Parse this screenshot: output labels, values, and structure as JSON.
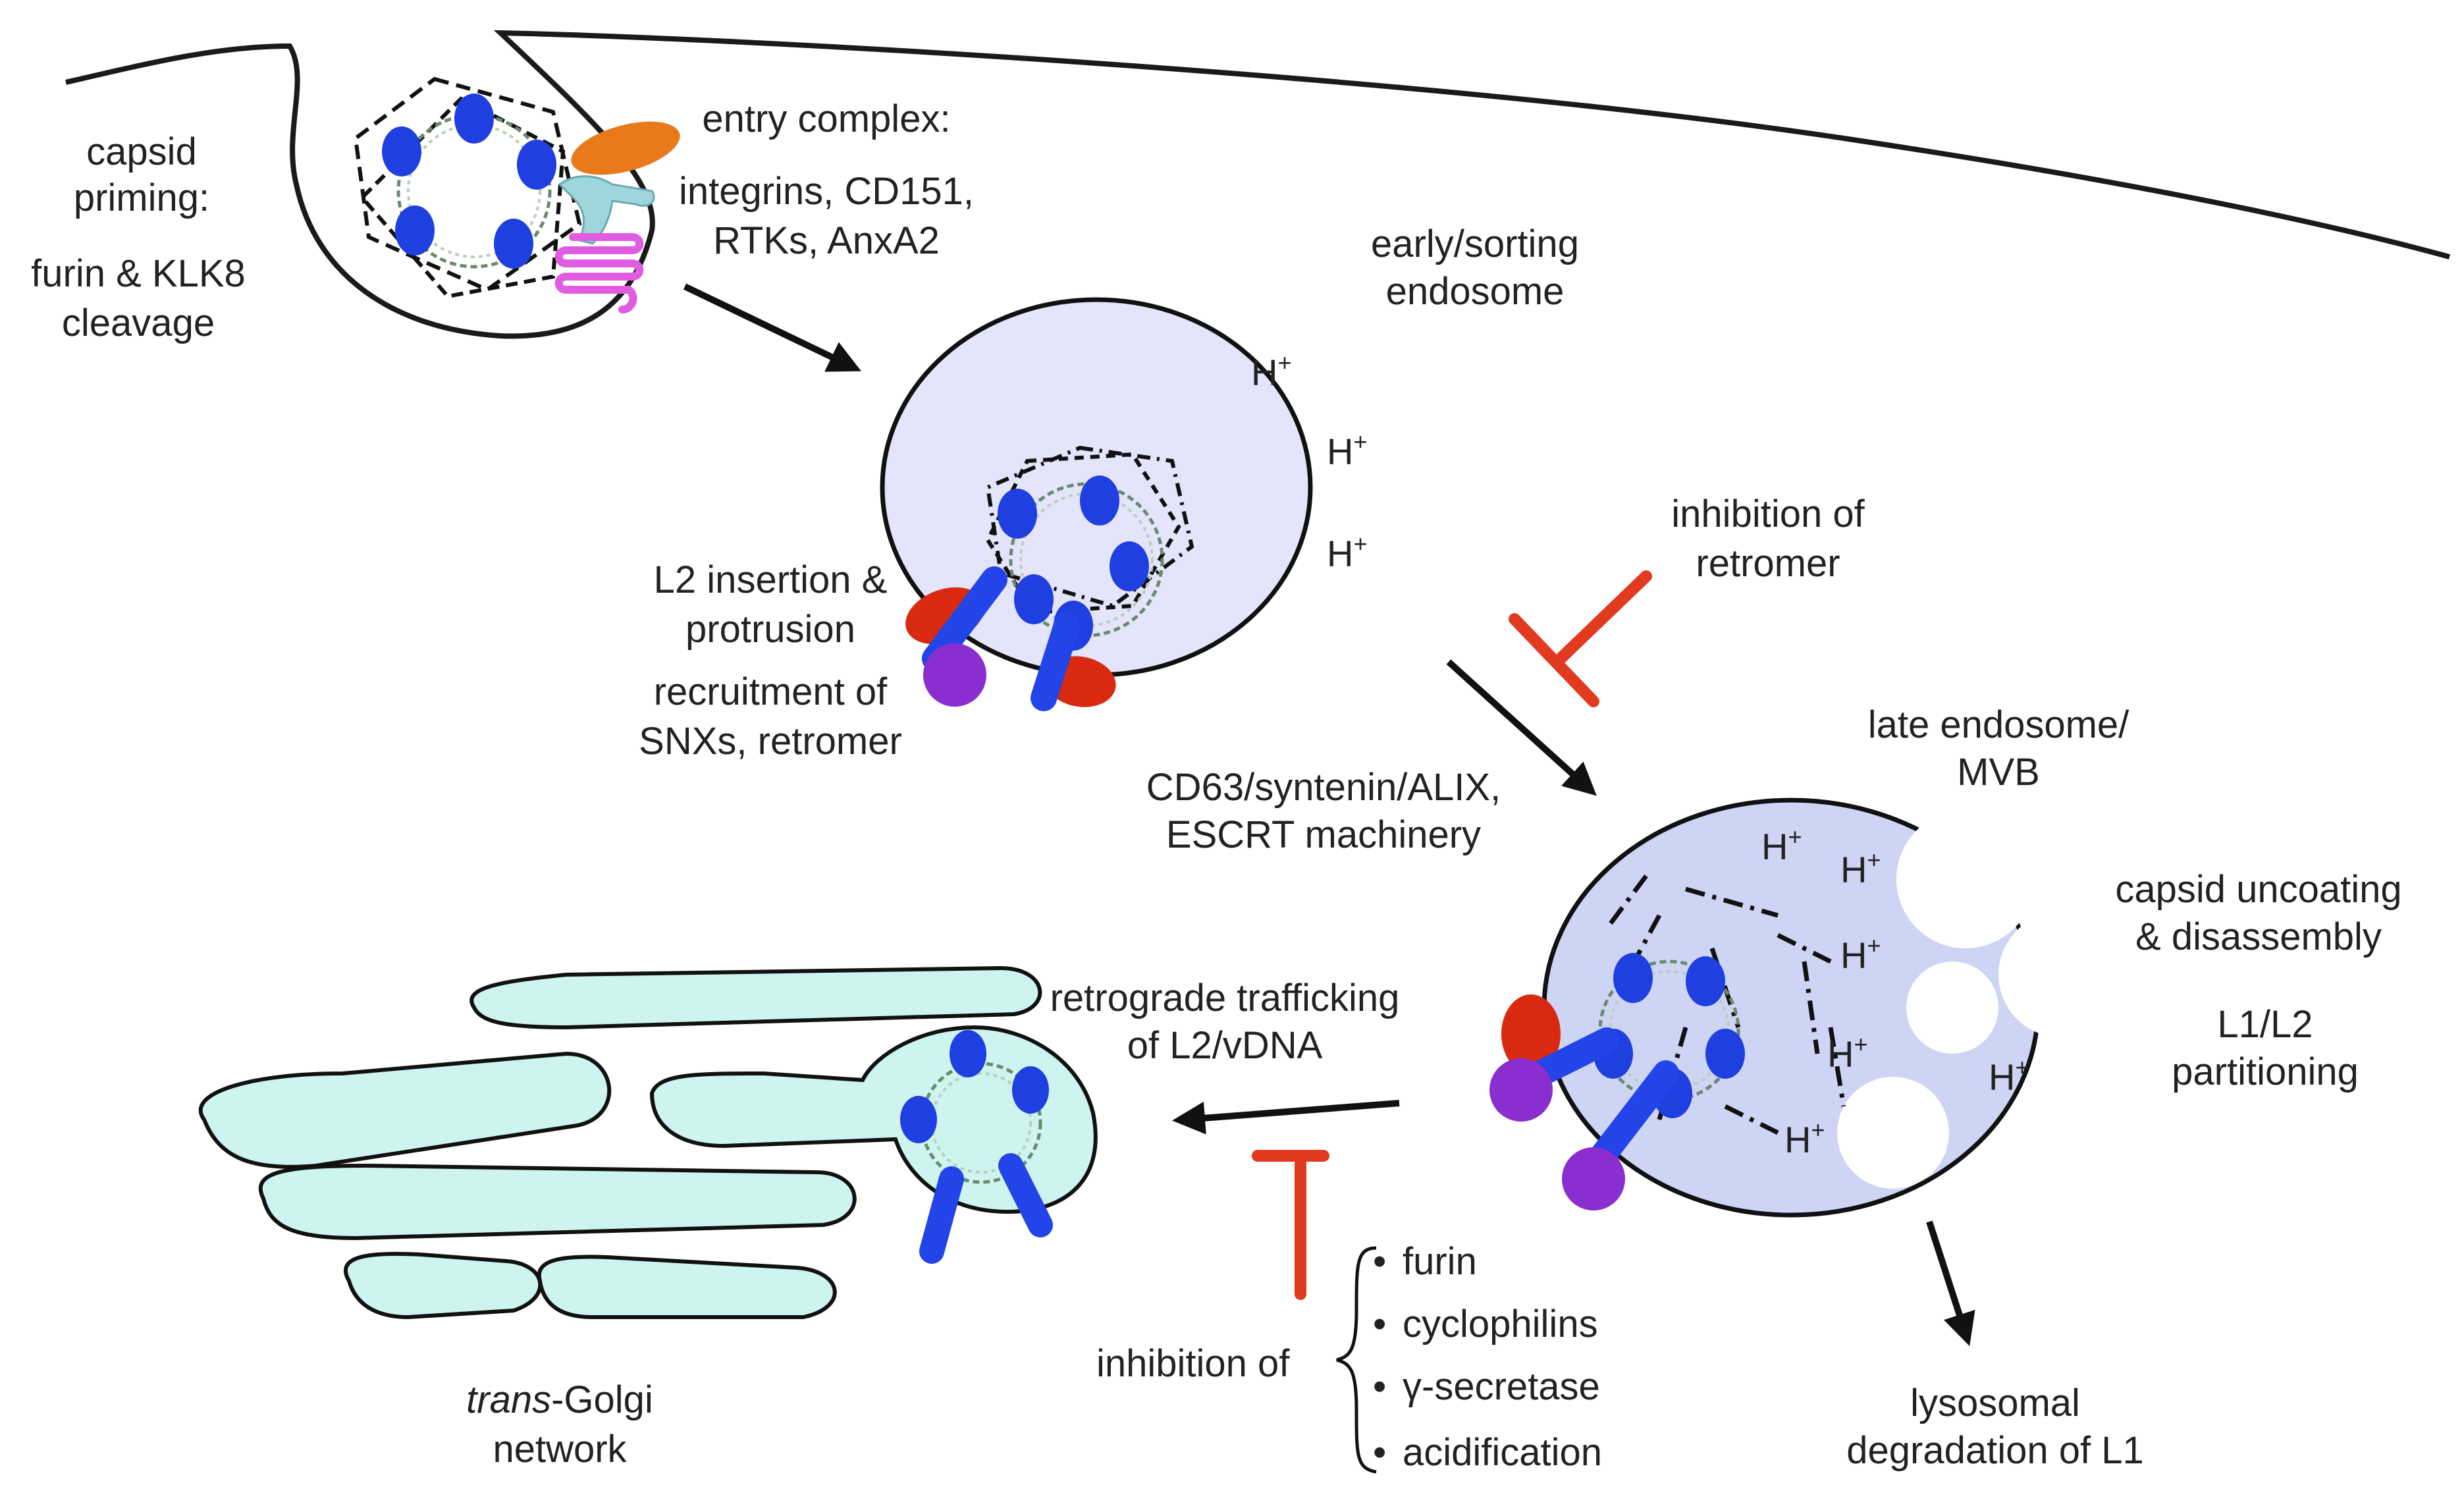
{
  "labels": {
    "capsid_priming": [
      "capsid",
      "priming:"
    ],
    "cleavage": [
      "furin & KLK8",
      "cleavage"
    ],
    "entry_complex": [
      "entry complex:",
      "integrins, CD151,",
      "RTKs, AnxA2"
    ],
    "early_endosome": [
      "early/sorting",
      "endosome"
    ],
    "inhibition_retromer": [
      "inhibition of",
      "retromer"
    ],
    "l2_insertion": [
      "L2 insertion &",
      "protrusion"
    ],
    "recruitment": [
      "recruitment of",
      "SNXs, retromer"
    ],
    "late_endosome": [
      "late endosome/",
      "MVB"
    ],
    "cd63": [
      "CD63/syntenin/ALIX,",
      "ESCRT machinery"
    ],
    "uncoating": [
      "capsid uncoating",
      "& disassembly"
    ],
    "partitioning": [
      "L1/L2",
      "partitioning"
    ],
    "retrograde": [
      "retrograde trafficking",
      "of L2/vDNA"
    ],
    "trans_golgi": [
      "trans",
      "-Golgi",
      "network"
    ],
    "inhibition_of": "inhibition of",
    "inhibitors": [
      "furin",
      "cyclophilins",
      "γ-secretase",
      "acidification"
    ],
    "lysosomal": [
      "lysosomal",
      "degradation of L1"
    ],
    "bullet": "•",
    "proton": "H",
    "proton_charge": "+"
  },
  "colors": {
    "membrane": "#1a1a1a",
    "endosome_early": "#e4e4fa",
    "endosome_late": "#cdd4f4",
    "golgi": "#cdf4ef",
    "l1_pentamer": "#1f3fe0",
    "l2": "#2244e8",
    "snx": "#d92a10",
    "retromer": "#8a2ed0",
    "integrin": "#e87a1c",
    "receptor": "#9fd6dc",
    "rtk": "#e05ce0",
    "inhibition": "#e23a1e",
    "arrow": "#111111"
  }
}
